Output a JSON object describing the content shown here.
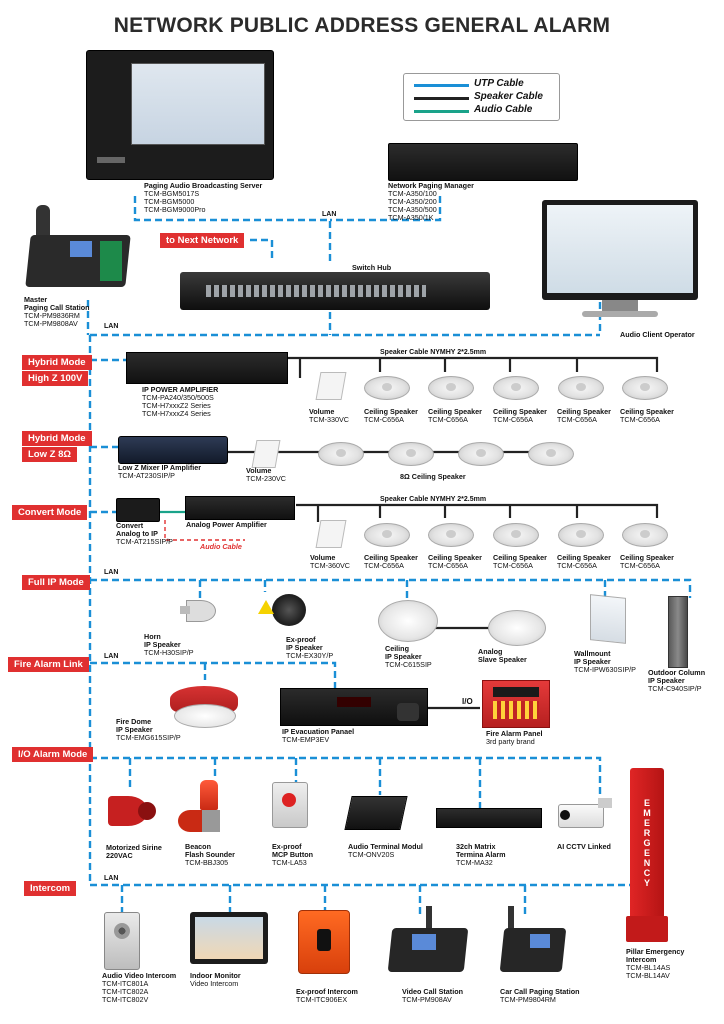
{
  "title": "NETWORK PUBLIC ADDRESS GENERAL ALARM",
  "legend": {
    "items": [
      {
        "label": "UTP Cable",
        "color": "#1a8fd6"
      },
      {
        "label": "Speaker Cable",
        "color": "#222222"
      },
      {
        "label": "Audio Cable",
        "color": "#1aa38a"
      }
    ]
  },
  "colors": {
    "utp": "#1a8fd6",
    "speaker": "#222222",
    "audio": "#1aa38a",
    "accent": "#e03030"
  },
  "top": {
    "server": {
      "title": "Paging Audio Broadcasting Server",
      "models": [
        "TCM-BGM5017S",
        "TCM-BGM5000",
        "TCM-BGM9000Pro"
      ]
    },
    "manager": {
      "title": "Network Paging Manager",
      "models": [
        "TCM-A350/100",
        "TCM-A350/200",
        "TCM-A350/500",
        "TCM-A350/1K"
      ]
    },
    "lan1": "LAN",
    "next_network": "to Next Network",
    "switch": "Switch Hub",
    "master": {
      "title": "Master",
      "title2": "Paging Call Station",
      "models": [
        "TCM-PM9836RM",
        "TCM-PM9808AV"
      ]
    },
    "client": "Audio Client Operator",
    "lan2": "LAN"
  },
  "sections": {
    "hybrid_high": {
      "tag1": "Hybrid Mode",
      "tag2": "High Z 100V"
    },
    "hybrid_low": {
      "tag1": "Hybrid Mode",
      "tag2": "Low Z 8Ω"
    },
    "convert": {
      "tag": "Convert Mode"
    },
    "full_ip": {
      "tag": "Full IP Mode"
    },
    "fire": {
      "tag": "Fire Alarm Link"
    },
    "io": {
      "tag": "I/O Alarm Mode"
    },
    "intercom": {
      "tag": "Intercom"
    }
  },
  "hybrid_high": {
    "cable_note": "Speaker Cable NYMHY 2*2.5mm",
    "amp": {
      "title": "IP POWER AMPLIFIER",
      "models": [
        "TCM-PA240/350/500S",
        "TCM-H7xxxZ2 Series",
        "TCM-H7xxxZ4 Series"
      ]
    },
    "volume": {
      "title": "Volume",
      "model": "TCM-330VC"
    },
    "speakers": [
      {
        "title": "Ceiling Speaker",
        "model": "TCM-C656A"
      },
      {
        "title": "Ceiling Speaker",
        "model": "TCM-C656A"
      },
      {
        "title": "Ceiling Speaker",
        "model": "TCM-C656A"
      },
      {
        "title": "Ceiling Speaker",
        "model": "TCM-C656A"
      },
      {
        "title": "Ceiling Speaker",
        "model": "TCM-C656A"
      }
    ]
  },
  "hybrid_low": {
    "amp": {
      "title": "Low Z Mixer IP Amplifier",
      "model": "TCM-AT230SIP/P"
    },
    "volume": {
      "title": "Volume",
      "model": "TCM-230VC"
    },
    "speakers_label": "8Ω Ceiling Speaker"
  },
  "convert": {
    "cable_note": "Speaker Cable NYMHY 2*2.5mm",
    "converter": {
      "title": "Convert",
      "title2": "Analog to IP",
      "model": "TCM-AT215SIP/P"
    },
    "amp": "Analog Power Amplifier",
    "audio_cable": "Audio Cable",
    "volume": {
      "title": "Volume",
      "model": "TCM-360VC"
    },
    "speakers": [
      {
        "title": "Ceiling Speaker",
        "model": "TCM-C656A"
      },
      {
        "title": "Ceiling Speaker",
        "model": "TCM-C656A"
      },
      {
        "title": "Ceiling Speaker",
        "model": "TCM-C656A"
      },
      {
        "title": "Ceiling Speaker",
        "model": "TCM-C656A"
      },
      {
        "title": "Ceiling Speaker",
        "model": "TCM-C656A"
      }
    ]
  },
  "full_ip": {
    "lan": "LAN",
    "horn": {
      "title": "Horn",
      "title2": "IP Speaker",
      "model": "TCM-H30SIP/P"
    },
    "exproof": {
      "title": "Ex-proof",
      "title2": "IP Speaker",
      "model": "TCM-EX30Y/P"
    },
    "ceiling": {
      "title": "Ceiling",
      "title2": "IP Speaker",
      "model": "TCM-C615SIP"
    },
    "analog": {
      "title": "Analog",
      "title2": "Slave Speaker"
    },
    "wallmount": {
      "title": "Wallmount",
      "title2": "IP Speaker",
      "model": "TCM-IPW630SIP/P"
    },
    "column": {
      "title": "Outdoor Column",
      "title2": "IP Speaker",
      "model": "TCM-C940SIP/P"
    }
  },
  "fire": {
    "lan": "LAN",
    "dome": {
      "title": "Fire Dome",
      "title2": "IP Speaker",
      "model": "TCM-EMG615SIP/P"
    },
    "evac": {
      "title": "IP Evacuation Panael",
      "model": "TCM-EMP3EV"
    },
    "io": "I/O",
    "panel": {
      "title": "Fire Alarm Panel",
      "sub": "3rd party brand"
    }
  },
  "io": {
    "siren": {
      "title": "Motorized Sirine",
      "sub": "220VAC"
    },
    "beacon": {
      "title": "Beacon",
      "title2": "Flash Sounder",
      "model": "TCM-BBJ305"
    },
    "mcp": {
      "title": "Ex-proof",
      "title2": "MCP Button",
      "model": "TCM-LA53"
    },
    "terminal": {
      "title": "Audio Terminal Modul",
      "model": "TCM-ONV20S"
    },
    "matrix": {
      "title": "32ch Matrix",
      "title2": "Termina Alarm",
      "model": "TCM-MA32"
    },
    "cctv": "AI CCTV Linked"
  },
  "intercom": {
    "lan": "LAN",
    "audio_video": {
      "title": "Audio Video Intercom",
      "models": [
        "TCM-ITC801A",
        "TCM-ITC802A",
        "TCM-ITC802V"
      ]
    },
    "monitor": {
      "title": "Indoor Monitor",
      "sub": "Video Intercom"
    },
    "exproof": {
      "title": "Ex-proof Intercom",
      "model": "TCM-ITC906EX"
    },
    "video_call": {
      "title": "Video Call Station",
      "model": "TCM-PM908AV"
    },
    "car_call": {
      "title": "Car Call Paging Station",
      "model": "TCM-PM9804RM"
    },
    "pillar": {
      "title": "Pillar Emergency",
      "title2": "Intercom",
      "models": [
        "TCM-BL14AS",
        "TCM-BL14AV"
      ],
      "text": "EMERGENCY"
    }
  }
}
